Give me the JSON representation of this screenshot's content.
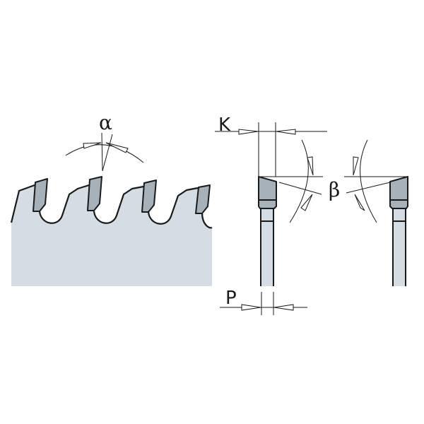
{
  "labels": {
    "rake_angle": "α",
    "kerf": "K",
    "bevel_angle": "β",
    "plate_thickness": "P"
  },
  "colors": {
    "blade_fill": "#d4dde3",
    "insert_fill": "#a7b1b9",
    "outline": "#1a1a1a"
  }
}
